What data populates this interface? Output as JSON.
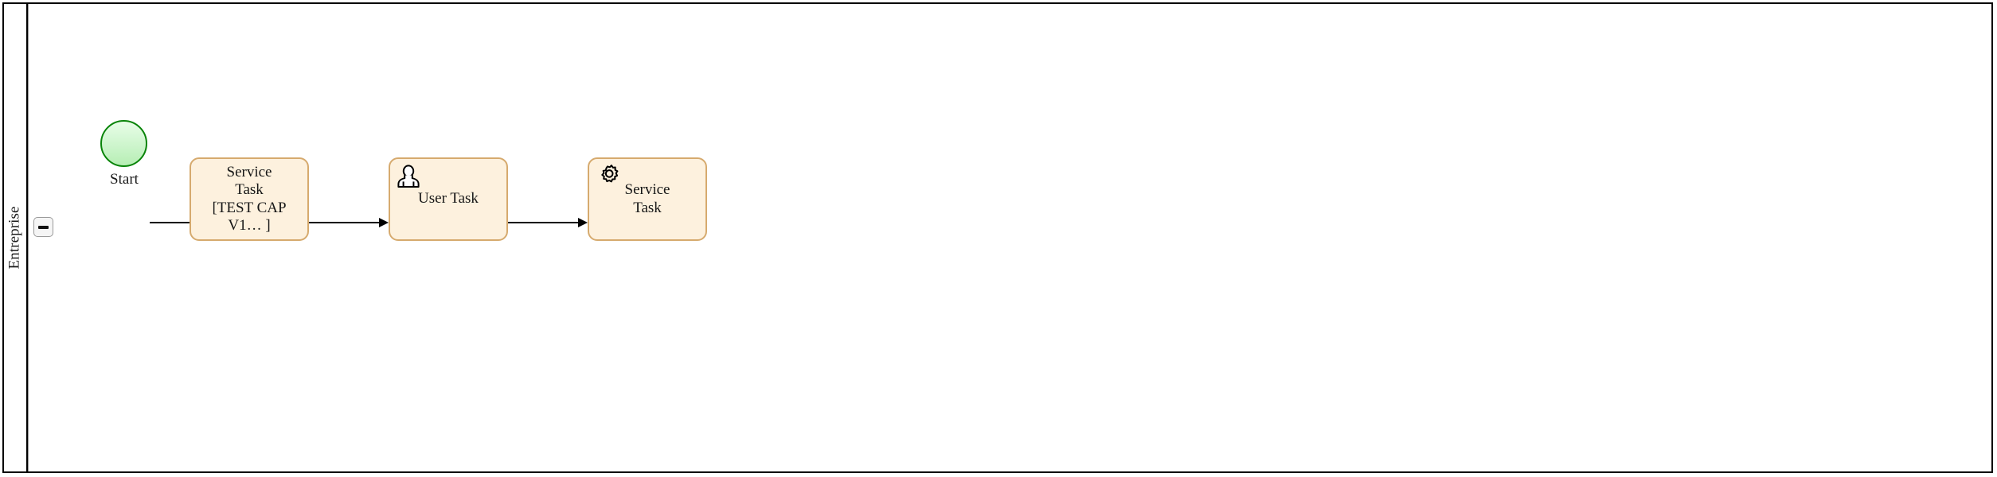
{
  "diagram": {
    "type": "bpmn-process",
    "title": "Entreprise process",
    "colors": {
      "pool_border": "#000000",
      "lane_divider": "#9a9a9a",
      "task_fill": "#fdf1de",
      "task_border": "#d6aa6e",
      "start_fill": "#cdf5cc",
      "start_border": "#098409",
      "connector": "#000000",
      "canvas": "#ffffff"
    }
  },
  "pool": {
    "lane": {
      "name": "Entreprise",
      "collapse_button": {
        "name": "collapse-lane",
        "state": "expanded",
        "glyph": "minus"
      }
    }
  },
  "nodes": [
    {
      "id": "start",
      "kind": "start-event",
      "label": "Start",
      "icon": "none"
    },
    {
      "id": "service-task-1",
      "kind": "task",
      "label": "Service\nTask\n[TEST CAP\nV1… ]",
      "icon": "none"
    },
    {
      "id": "user-task-1",
      "kind": "user-task",
      "label": "User Task",
      "icon": "user-icon"
    },
    {
      "id": "service-task-2",
      "kind": "service-task",
      "label": "Service\nTask",
      "icon": "gear-icon"
    }
  ],
  "flows": [
    {
      "id": "flow-1",
      "from": "start",
      "to": "service-task-1",
      "label": ""
    },
    {
      "id": "flow-2",
      "from": "service-task-1",
      "to": "user-task-1",
      "label": ""
    },
    {
      "id": "flow-3",
      "from": "user-task-1",
      "to": "service-task-2",
      "label": ""
    }
  ]
}
